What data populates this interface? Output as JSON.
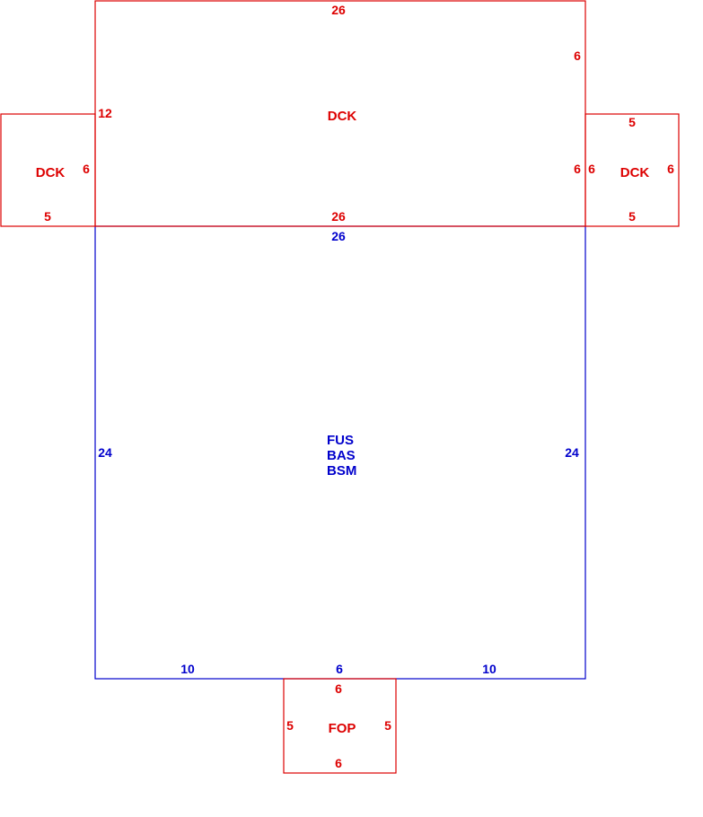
{
  "colors": {
    "main": "#0000cc",
    "addition": "#dd0000",
    "background": "#ffffff"
  },
  "areas": {
    "top_deck": {
      "label": "DCK",
      "dims": {
        "top": "26",
        "right": "6",
        "left": "12",
        "right_lower": "6",
        "bottom": "26"
      }
    },
    "left_deck": {
      "label": "DCK",
      "dims": {
        "right": "6",
        "bottom": "5"
      }
    },
    "right_deck": {
      "label": "DCK",
      "dims": {
        "top": "5",
        "left": "6",
        "right": "6",
        "bottom": "5"
      }
    },
    "main": {
      "label_lines": [
        "FUS",
        "BAS",
        "BSM"
      ],
      "dims": {
        "top": "26",
        "left": "24",
        "right": "24",
        "bottom_left": "10",
        "bottom_mid": "6",
        "bottom_right": "10"
      }
    },
    "porch": {
      "label": "FOP",
      "dims": {
        "top": "6",
        "left": "5",
        "right": "5",
        "bottom": "6"
      }
    }
  }
}
